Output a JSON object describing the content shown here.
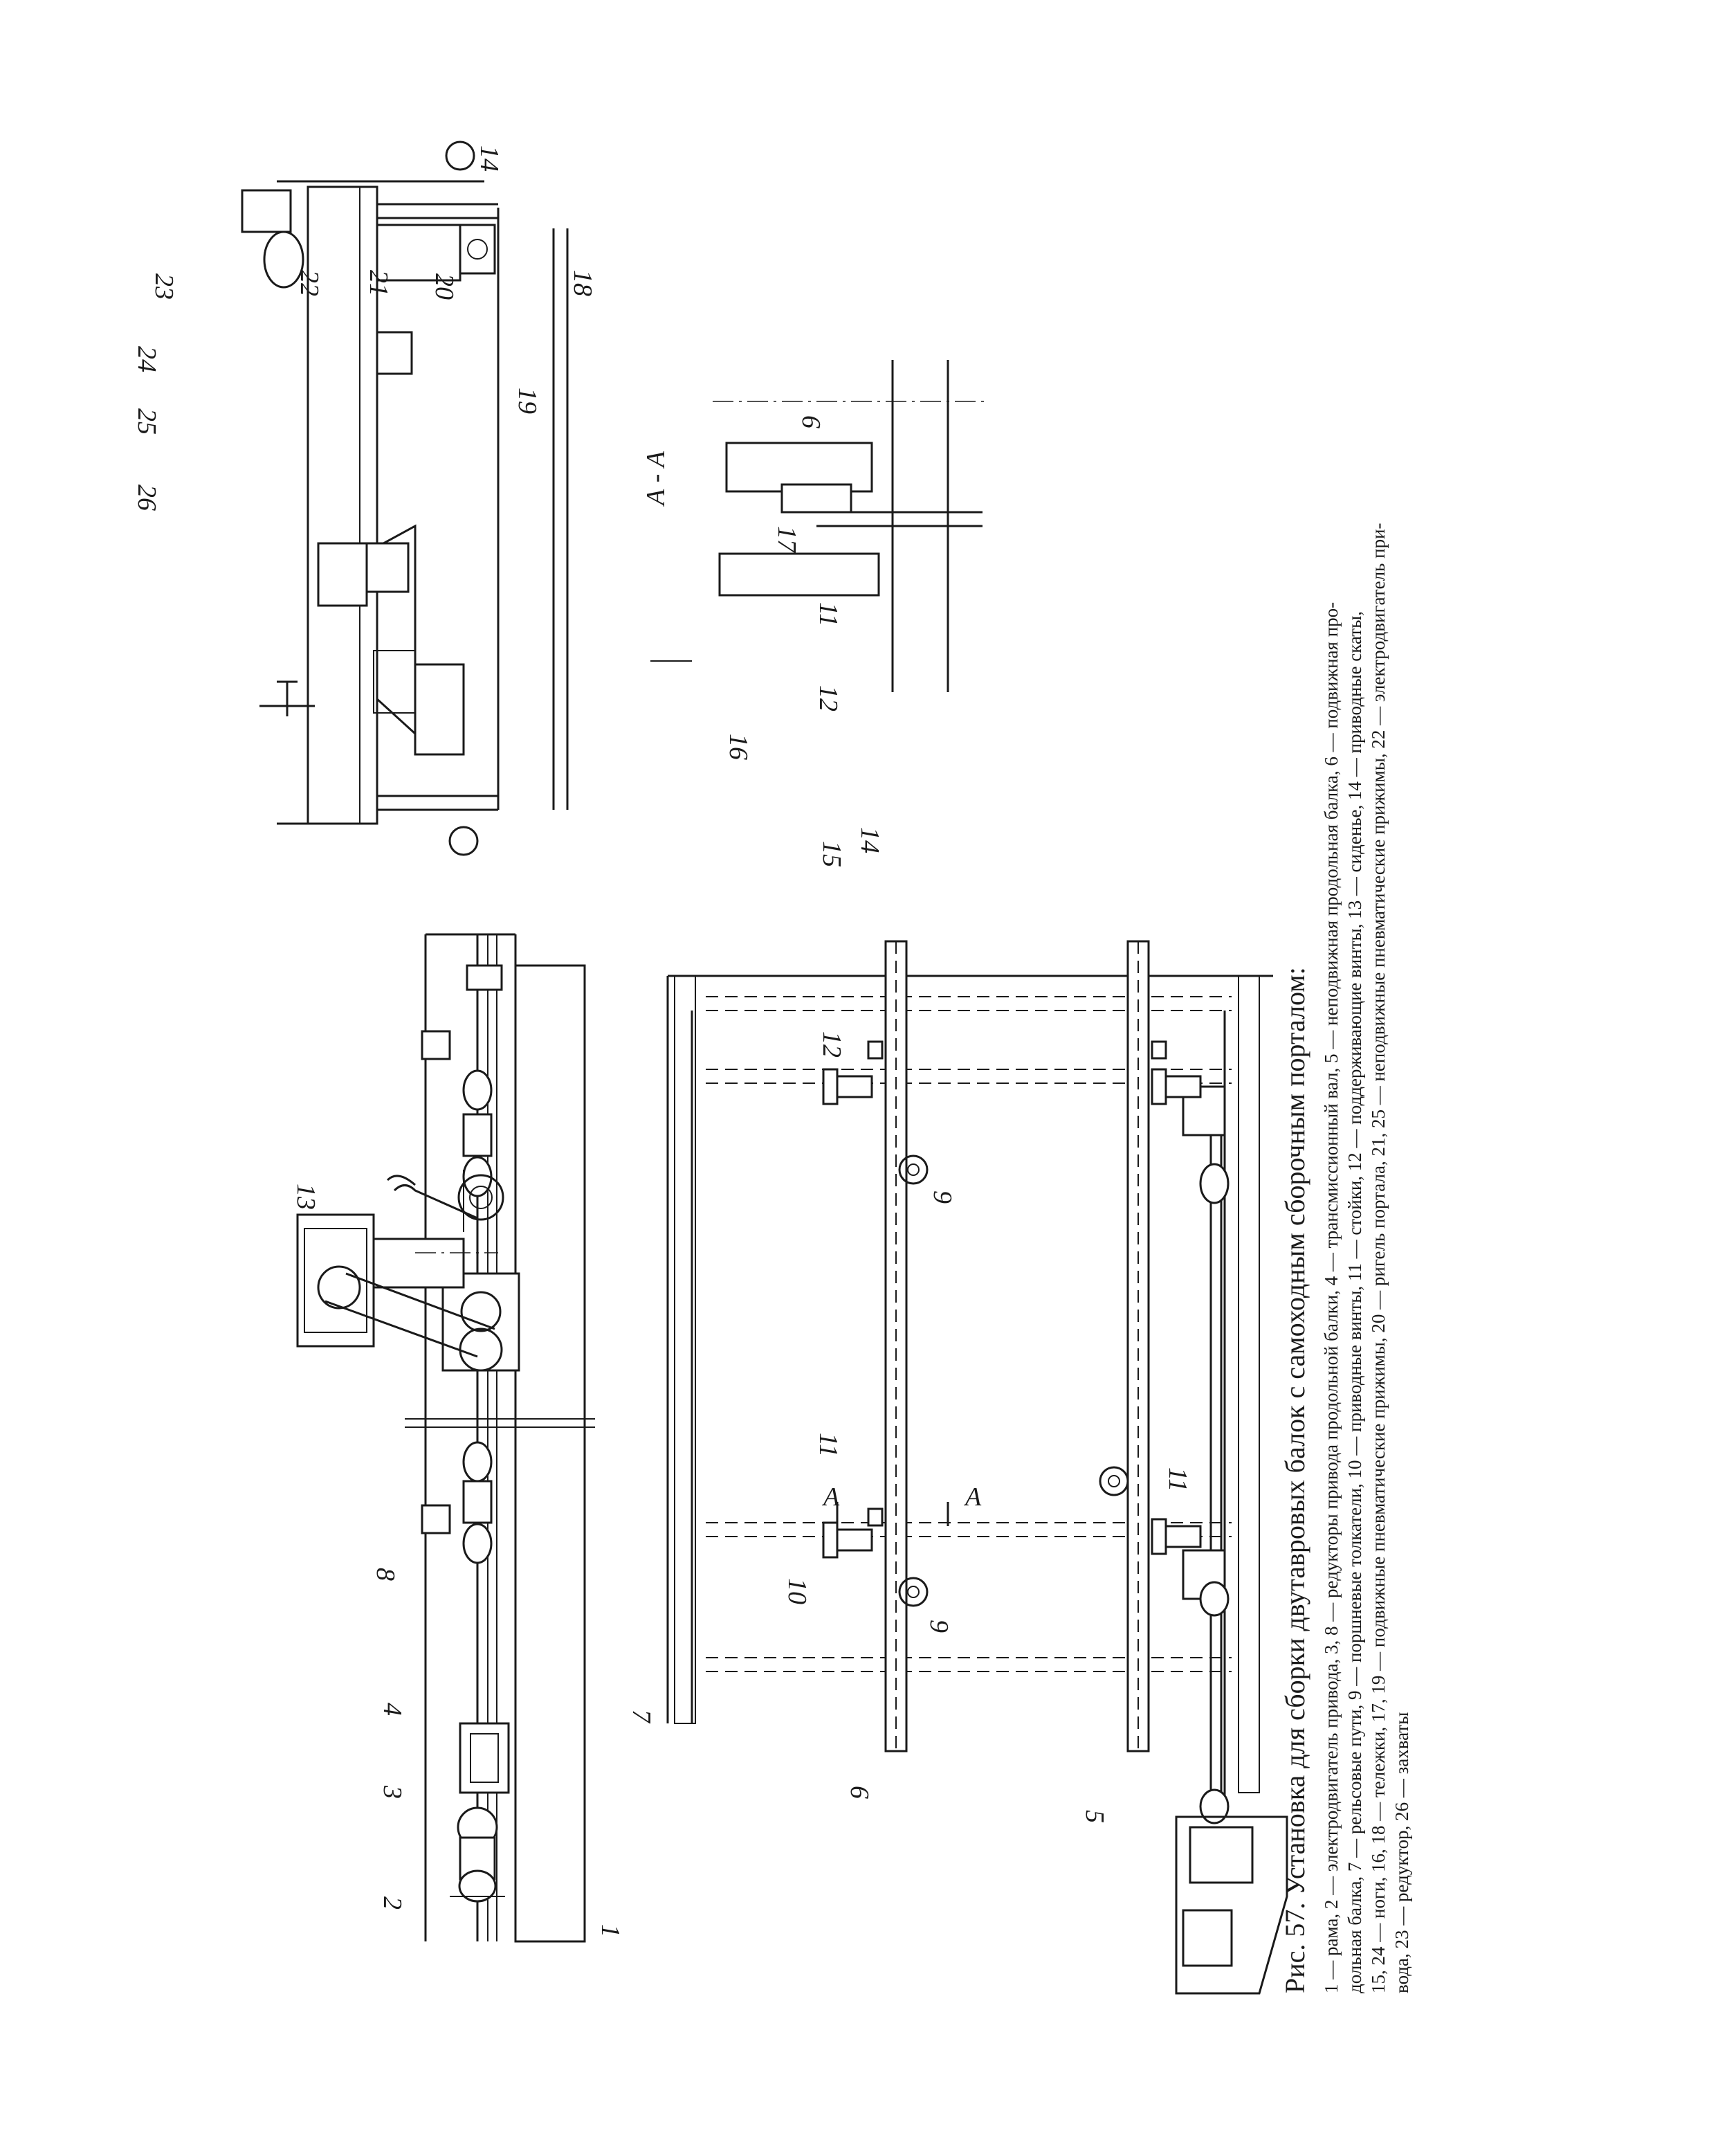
{
  "figure": {
    "caption_title": "Рис. 57. Установка для сборки двутавровых балок с самоходным сборочным порталом:",
    "legend_lines": [
      "1 — рама, 2 — электродвигатель привода, 3, 8 — редукторы привода продольной балки, 4 — трансмиссионный вал, 5 — неподвижная продольная балка, 6 — подвижная про-",
      "дольная балка, 7 — рельсовые пути, 9 — поршневые толкатели, 10 — приводные винты, 11 — стойки, 12 — поддерживающие винты, 13 — сиденье, 14 — приводные скаты,",
      "15, 24 — ноги, 16, 18 — тележки, 17, 19 — подвижные пневматические прижимы, 20 — ригель портала, 21, 25 — неподвижные пневматические прижимы, 22 — электродвигатель при-",
      "вода, 23 — редуктор, 26 — захваты"
    ],
    "section_label": "А - А",
    "section_arrow_letter": "А"
  },
  "labels": {
    "n1": "1",
    "n2": "2",
    "n3": "3",
    "n4": "4",
    "n5": "5",
    "n6": "6",
    "n7": "7",
    "n8": "8",
    "n9": "9",
    "n10": "10",
    "n11": "11",
    "n12": "12",
    "n13": "13",
    "n14": "14",
    "n15": "15",
    "n16": "16",
    "n17": "17",
    "n18": "18",
    "n19": "19",
    "n20": "20",
    "n21": "21",
    "n22": "22",
    "n23": "23",
    "n24": "24",
    "n25": "25",
    "n26": "26"
  }
}
